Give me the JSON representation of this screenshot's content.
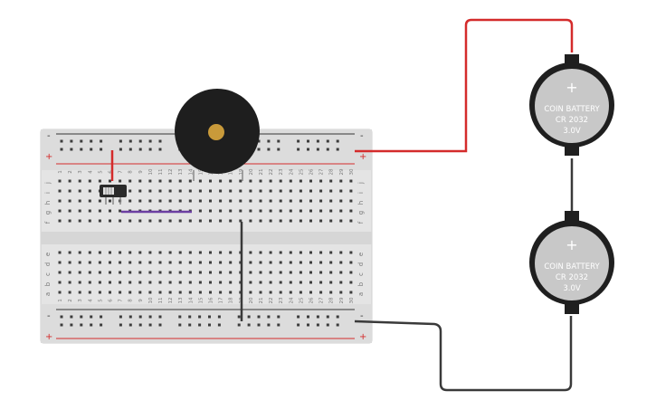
{
  "breadboard": {
    "rail_plus": "+",
    "rail_minus": "-",
    "row_letters_top": [
      "j",
      "i",
      "h",
      "g",
      "f"
    ],
    "row_letters_bottom": [
      "e",
      "d",
      "c",
      "b",
      "a"
    ],
    "column_count": 30
  },
  "batteries": [
    {
      "line1": "COIN BATTERY",
      "line2": "CR 2032",
      "line3": "3.0V",
      "terminal": "+"
    },
    {
      "line1": "COIN BATTERY",
      "line2": "CR 2032",
      "line3": "3.0V",
      "terminal": "+"
    }
  ],
  "colors": {
    "red_wire": "#d42b2b",
    "black_wire": "#3a3a3a",
    "purple_wire": "#6c3fa2",
    "board": "#e4e4e4",
    "buzzer": "#1e1e1e",
    "buzzer_center": "#c99a3a",
    "battery_body": "#c8c8c8",
    "battery_rim": "#1f1f1f"
  }
}
